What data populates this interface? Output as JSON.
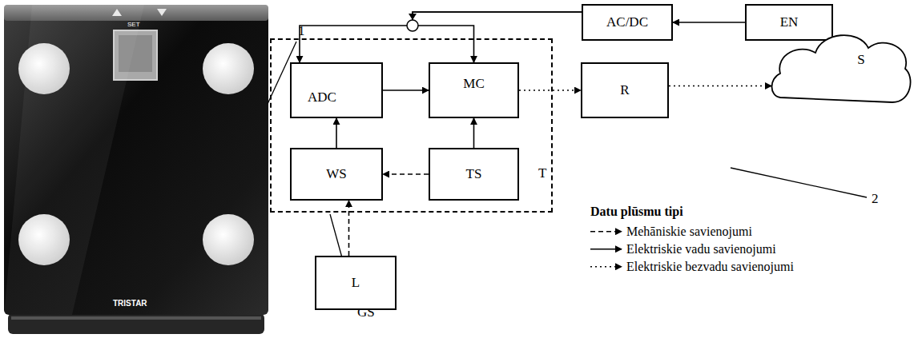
{
  "diagram": {
    "nodes": [
      {
        "text": [
          "GS"
        ]
      },
      {
        "text": [
          "ADC"
        ],
        "in": 0
      },
      {
        "text": [
          "MC"
        ],
        "in": 0
      },
      {
        "text": [
          "WS"
        ],
        "in": 0
      },
      {
        "text": [
          "TS"
        ],
        "in": 0
      },
      {
        "text": [
          "AC/DC"
        ]
      },
      {
        "text": [
          "EN"
        ]
      },
      {
        "text": [
          "R"
        ]
      },
      {
        "text": [
          "S"
        ]
      },
      {
        "text": [
          "L"
        ]
      }
    ],
    "edges": [
      {
        "from": 6,
        "to": 5,
        "arrow": "to"
      },
      {
        "from": 5,
        "to": 1,
        "arrow": "to"
      },
      {
        "from": 5,
        "to": 2,
        "arrow": "to"
      },
      {
        "from": 1,
        "to": 2,
        "arrow": "to"
      },
      {
        "from": 2,
        "to": 7,
        "arrow": "to"
      },
      {
        "from": 7,
        "to": 8,
        "arrow": "to"
      },
      {
        "from": 3,
        "to": 1,
        "arrow": "to"
      },
      {
        "from": 4,
        "to": 2,
        "arrow": "to"
      },
      {
        "from": 4,
        "to": 3,
        "arrow": "to"
      },
      {
        "from": 9,
        "to": 3,
        "arrow": "to"
      }
    ],
    "labels": [
      "1",
      "2",
      "T",
      "Datu plūsmu tipi",
      "SET",
      "TRISTAR"
    ],
    "legend": [
      {
        "text": "Mehāniskie savienojumi"
      },
      {
        "text": "Elektriskie vadu savienojumi"
      },
      {
        "text": "Elektriskie bezvadu savienojumi"
      }
    ]
  }
}
